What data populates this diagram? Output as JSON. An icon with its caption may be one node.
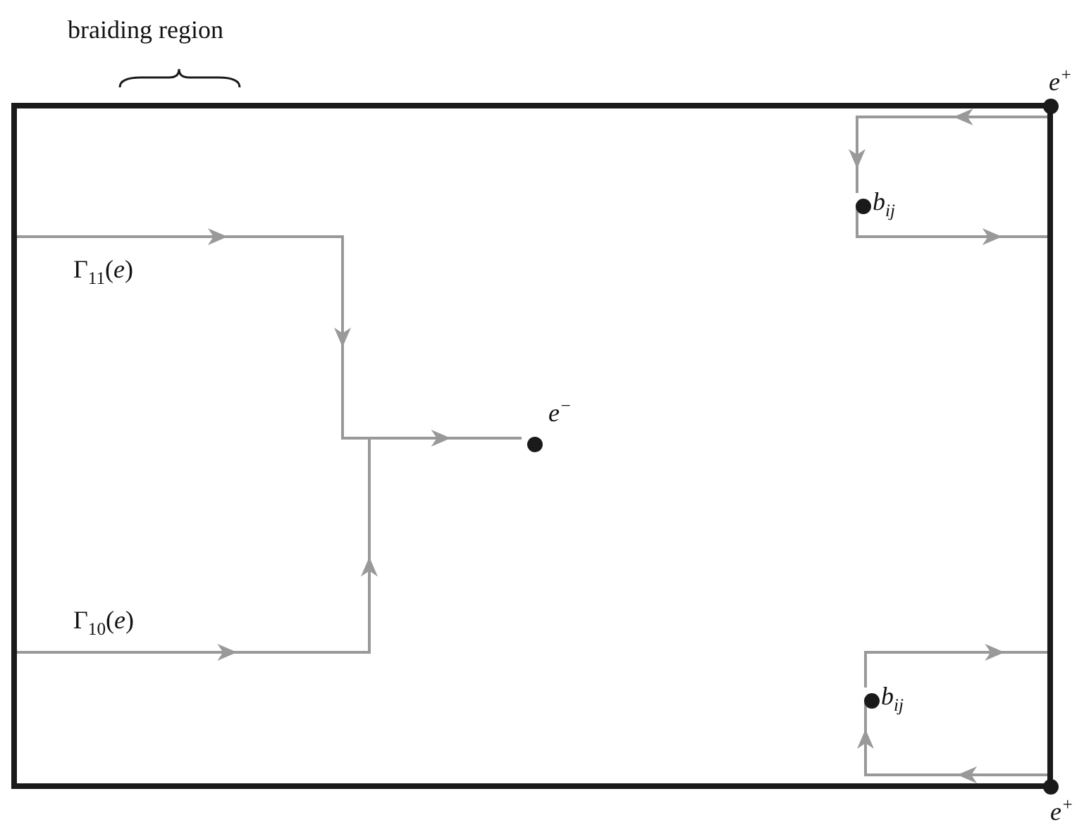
{
  "diagram": {
    "nodes": [
      {
        "text": [],
        "shape": "box"
      },
      {
        "text": [],
        "shape": "circle",
        "beside": [
          "e$^{+}$"
        ]
      },
      {
        "text": [],
        "shape": "circle",
        "beside": [
          "b$_{ij}$"
        ],
        "in": 0
      },
      {
        "text": [],
        "shape": "circle",
        "beside": [
          "e$^{−}$"
        ],
        "in": 0
      },
      {
        "text": [],
        "shape": "circle",
        "beside": [
          "b$_{ij}$"
        ],
        "in": 0
      },
      {
        "text": [],
        "shape": "circle",
        "beside": [
          "e$^{+}$"
        ]
      }
    ],
    "edges": [
      {
        "from": 0,
        "to": 3,
        "arrow": "to",
        "label": "Γ$_{11}$(*e*)",
        "color": "#999999"
      },
      {
        "from": 0,
        "to": 3,
        "arrow": "to",
        "label": "Γ$_{10}$(*e*)",
        "color": "#999999"
      },
      {
        "from": 0,
        "to": 2,
        "arrow": "to",
        "color": "#999999"
      },
      {
        "from": 2,
        "to": 0,
        "arrow": "to",
        "color": "#999999"
      },
      {
        "from": 0,
        "to": 4,
        "arrow": "to",
        "color": "#999999"
      },
      {
        "from": 4,
        "to": 0,
        "arrow": "to",
        "color": "#999999"
      }
    ],
    "labels": [
      "braiding region"
    ]
  }
}
